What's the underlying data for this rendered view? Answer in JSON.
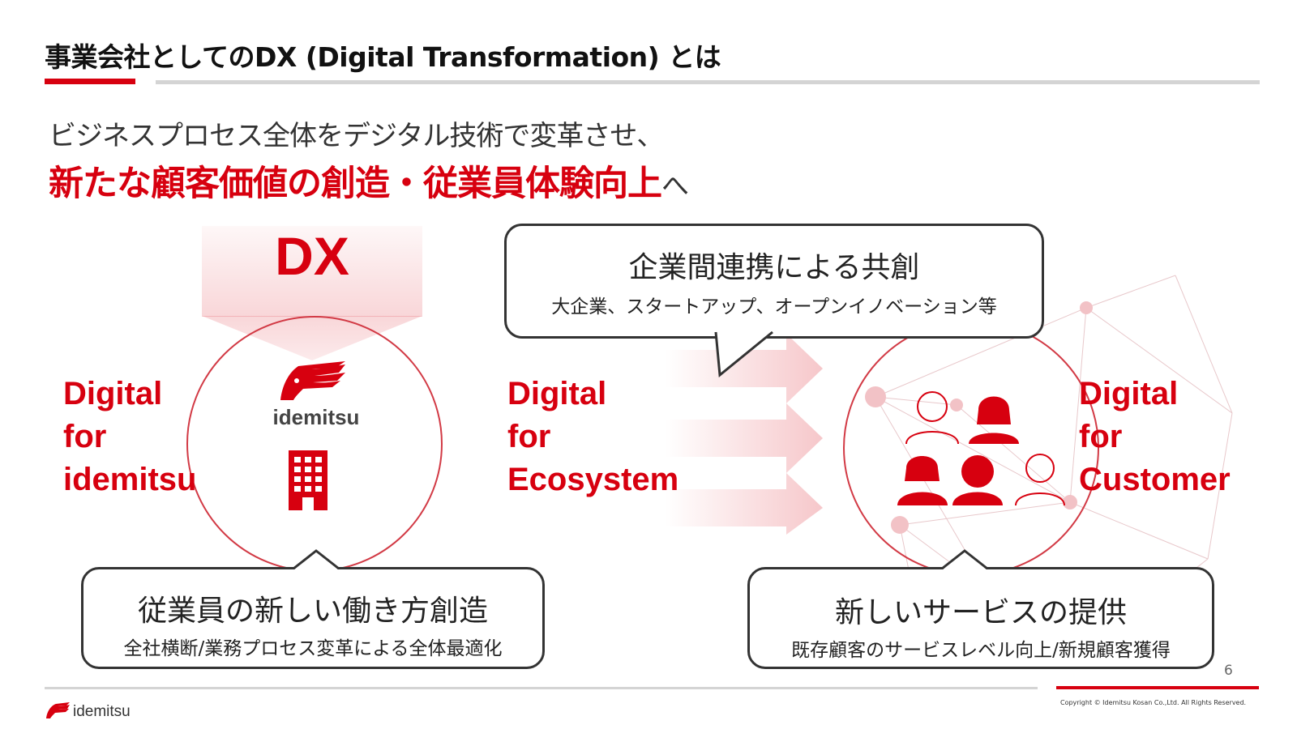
{
  "header": {
    "title": "事業会社としてのDX (Digital Transformation) とは"
  },
  "lead": {
    "line1": "ビジネスプロセス全体をデジタル技術で変革させ、",
    "line2_emphasis": "新たな顧客価値の創造・従業員体験向上",
    "line2_suffix": "へ"
  },
  "dx_label": "DX",
  "left": {
    "label": [
      "Digital",
      "for",
      "idemitsu"
    ],
    "brand": "idemitsu",
    "icons": [
      "idemitsu-logo-icon",
      "building-icon"
    ]
  },
  "center": {
    "label": [
      "Digital",
      "for",
      "Ecosystem"
    ],
    "bubble_title": "企業間連携による共創",
    "bubble_sub": "大企業、スタートアップ、オープンイノベーション等"
  },
  "right": {
    "label": [
      "Digital",
      "for",
      "Customer"
    ],
    "icons": [
      "person-icon",
      "person-icon",
      "person-icon",
      "person-icon",
      "person-icon"
    ]
  },
  "bubble_left": {
    "title": "従業員の新しい働き方創造",
    "sub": "全社横断/業務プロセス変革による全体最適化"
  },
  "bubble_right": {
    "title": "新しいサービスの提供",
    "sub": "既存顧客のサービスレベル向上/新規顧客獲得"
  },
  "footer": {
    "page_number": "6",
    "brand": "idemitsu",
    "copyright": "Copyright © Idemitsu Kosan Co.,Ltd.  All Rights Reserved."
  },
  "colors": {
    "accent": "#d7000f",
    "gray_line": "#d4d4d4",
    "text": "#222222"
  }
}
